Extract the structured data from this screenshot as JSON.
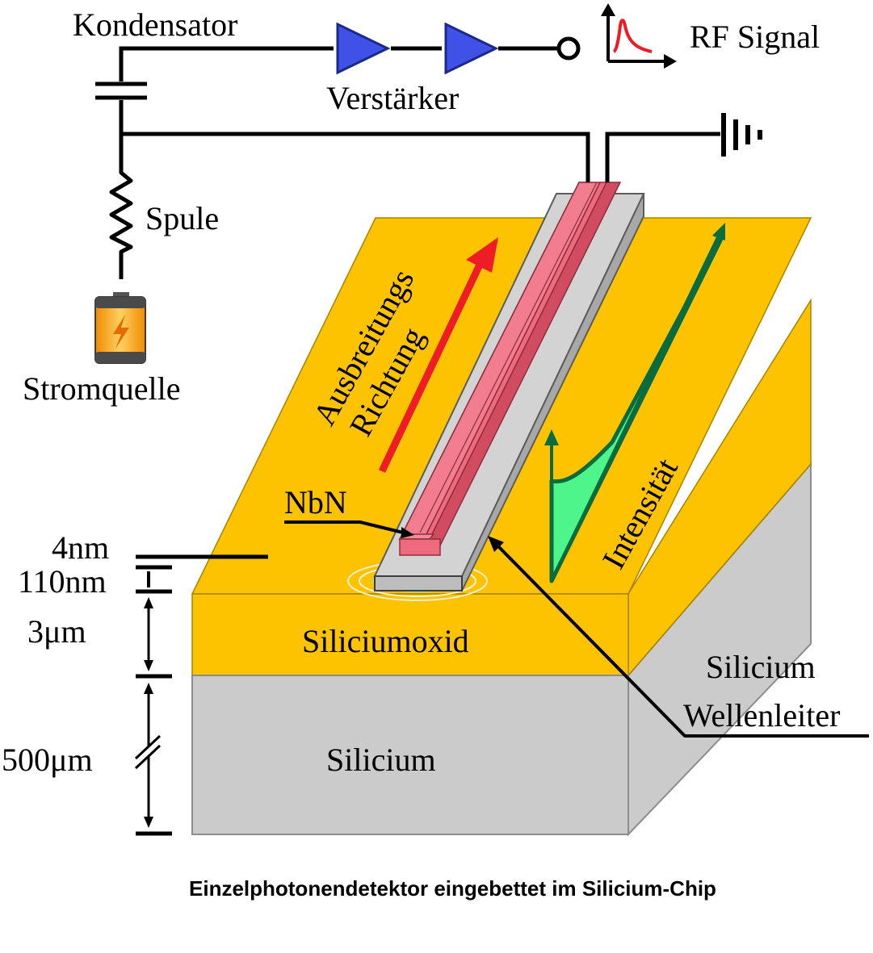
{
  "labels": {
    "capacitor": "Kondensator",
    "amplifier": "Verstärker",
    "rf_signal": "RF Signal",
    "coil": "Spule",
    "power_source": "Stromquelle",
    "propagation_line1": "Ausbreitungs",
    "propagation_line2": "Richtung",
    "intensity": "Intensität",
    "material_nbn": "NbN",
    "oxide": "Siliciumoxid",
    "silicon": "Silicium",
    "waveguide_line1": "Silicium",
    "waveguide_line2": "Wellenleiter",
    "caption": "Einzelphotonendetektor eingebettet im Silicium-Chip"
  },
  "dimensions": {
    "nbn_thickness": "4nm",
    "waveguide_thickness": "110nm",
    "oxide_thickness": "3μm",
    "substrate_thickness": "500μm"
  },
  "colors": {
    "oxide": "#FDC300",
    "silicon": "#CBCBCB",
    "nbn": "#F06A7E",
    "amplifier": "#3F51E6",
    "arrow_red": "#EE1C24",
    "intensity_fill": "#4DF58A",
    "intensity_stroke": "#0A6B3E"
  },
  "icons": [
    "amplifier-triangle-icon",
    "output-terminal-icon",
    "pulse-plot-icon",
    "ground-icon",
    "battery-icon",
    "capacitor-symbol",
    "coil-symbol"
  ]
}
